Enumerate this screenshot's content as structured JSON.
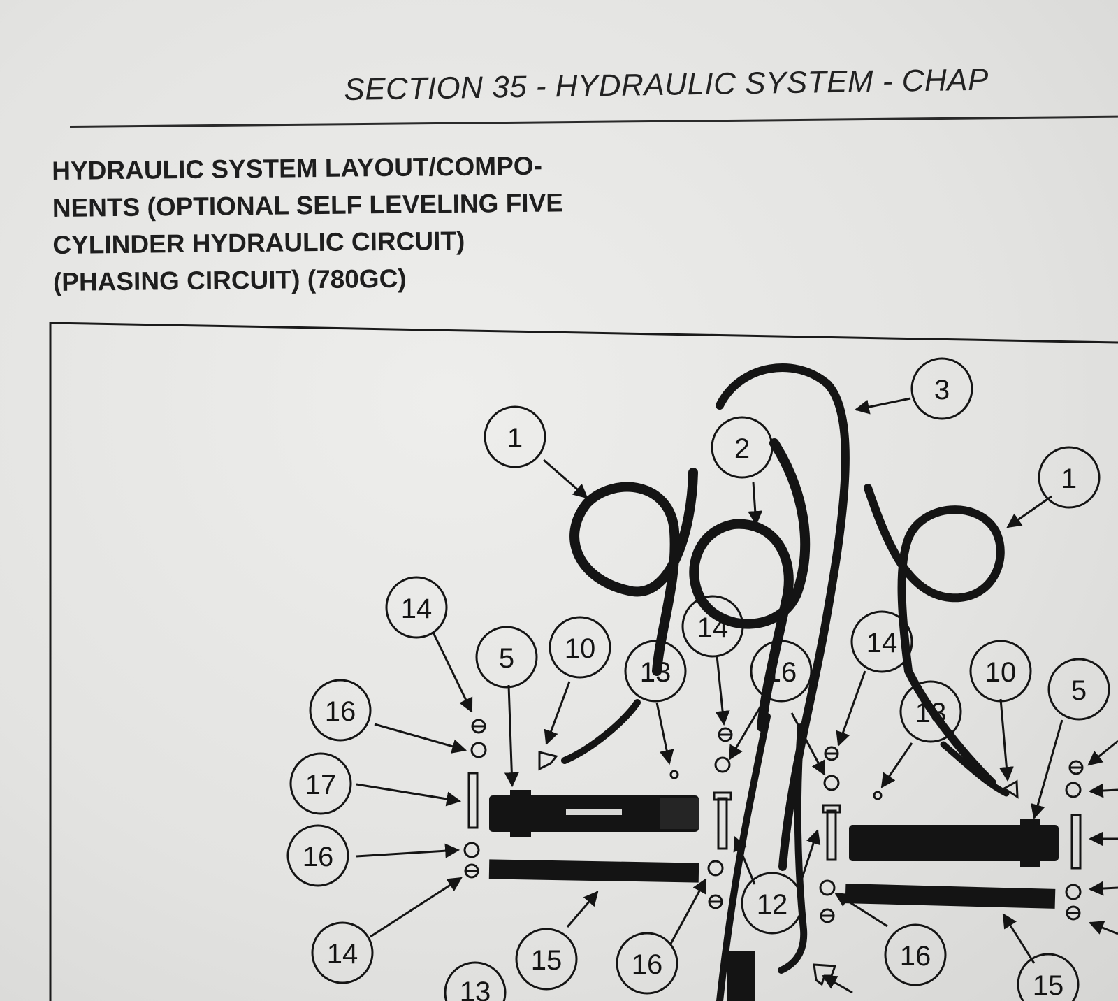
{
  "header": {
    "title": "SECTION 35 - HYDRAULIC SYSTEM - CHAP"
  },
  "section": {
    "heading_lines": [
      "HYDRAULIC SYSTEM LAYOUT/COMPO-",
      "NENTS (OPTIONAL SELF LEVELING FIVE",
      "CYLINDER HYDRAULIC CIRCUIT)",
      "(PHASING CIRCUIT) (780GC)"
    ]
  },
  "figure": {
    "callouts": [
      "1",
      "3",
      "2",
      "1",
      "14",
      "5",
      "10",
      "13",
      "14",
      "16",
      "14",
      "10",
      "13",
      "5",
      "16",
      "17",
      "16",
      "12",
      "14",
      "15",
      "16",
      "16",
      "15",
      "13"
    ],
    "colors": {
      "ink": "#141414",
      "paper": "#eaeae8"
    }
  }
}
